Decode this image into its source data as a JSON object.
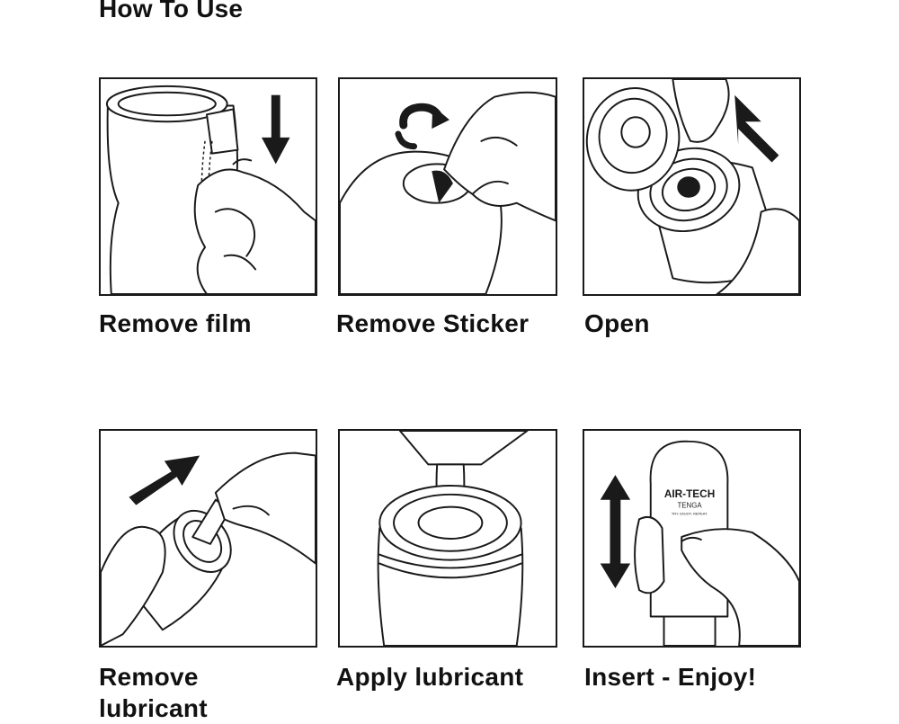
{
  "title": "How To Use",
  "steps": [
    {
      "caption": "Remove film"
    },
    {
      "caption": "Remove Sticker"
    },
    {
      "caption": "Open"
    },
    {
      "caption": "Remove lubricant"
    },
    {
      "caption": "Apply lubricant"
    },
    {
      "caption": "Insert - Enjoy!"
    }
  ],
  "logo": {
    "brand": "AIR-TECH",
    "sub": "TENGA",
    "tagline": "TRY. ENJOY. REPEAT."
  },
  "colors": {
    "ink": "#1a1a1a",
    "background": "#ffffff"
  }
}
